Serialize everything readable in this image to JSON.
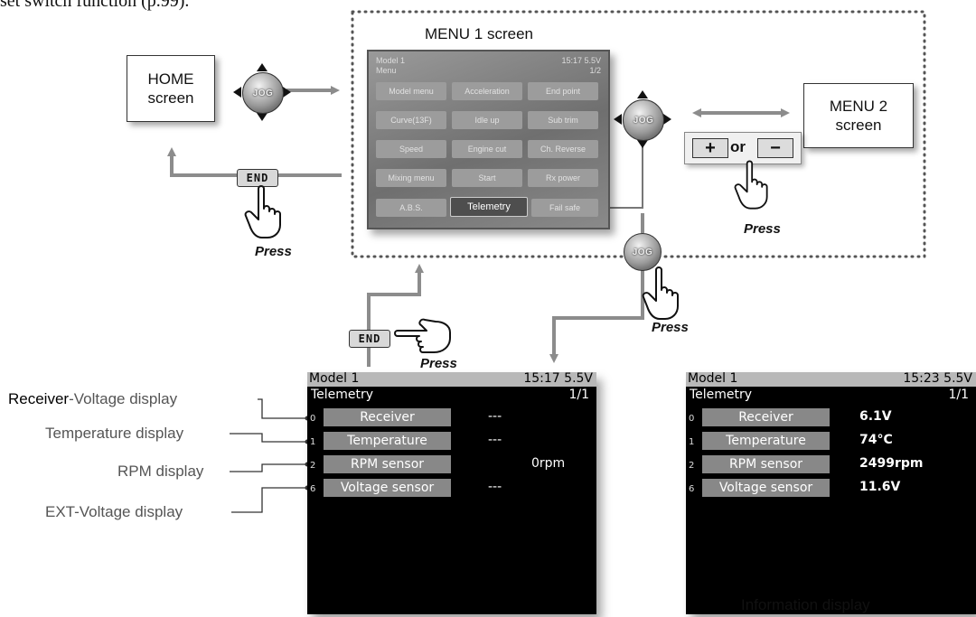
{
  "top_text": "set switch function (p.99).",
  "home_box": "HOME\nscreen",
  "menu1_title": "MENU 1 screen",
  "menu2_box": "MENU 2\nscreen",
  "jog_label": "JOG",
  "end_label": "END",
  "press_label": "Press",
  "plus_label": "+",
  "or_label": "or",
  "minus_label": "−",
  "menu1_screen": {
    "model": "Model 1",
    "menu": "Menu",
    "clock": "15:17 5.5V",
    "page": "1/2",
    "buttons": [
      "Model menu",
      "Acceleration",
      "End point",
      "Curve(13F)",
      "Idle up",
      "Sub trim",
      "Speed",
      "Engine cut",
      "Ch. Reverse",
      "Mixing menu",
      "Start",
      "Rx power",
      "A.B.S.",
      "Telemetry",
      "Fail safe"
    ]
  },
  "left_labels": [
    {
      "pre": "Receiver",
      "post": "-Voltage display"
    },
    {
      "pre": "",
      "post": "Temperature display"
    },
    {
      "pre": "",
      "post": "RPM display"
    },
    {
      "pre": "",
      "post": "EXT-Voltage display"
    }
  ],
  "telemetry_left": {
    "model": "Model 1",
    "time": "15:17 5.5V",
    "title": "Telemetry",
    "page": "1/1",
    "rows": [
      {
        "num": "0",
        "label": "Receiver",
        "value": "---"
      },
      {
        "num": "1",
        "label": "Temperature",
        "value": "---"
      },
      {
        "num": "2",
        "label": "RPM sensor",
        "value": "0rpm"
      },
      {
        "num": "6",
        "label": "Voltage sensor",
        "value": "---"
      }
    ]
  },
  "telemetry_right": {
    "model": "Model 1",
    "time": "15:23 5.5V",
    "title": "Telemetry",
    "page": "1/1",
    "rows": [
      {
        "num": "0",
        "label": "Receiver",
        "value": "6.1V"
      },
      {
        "num": "1",
        "label": "Temperature",
        "value": "74°C"
      },
      {
        "num": "2",
        "label": "RPM sensor",
        "value": "2499rpm"
      },
      {
        "num": "6",
        "label": "Voltage sensor",
        "value": "11.6V"
      }
    ]
  },
  "info_caption": "Information display",
  "colors": {
    "arrow": "#8c8c8c",
    "frame_dots": "#555555",
    "screen_bg": "#000000",
    "tel_label_bg": "#888888"
  }
}
